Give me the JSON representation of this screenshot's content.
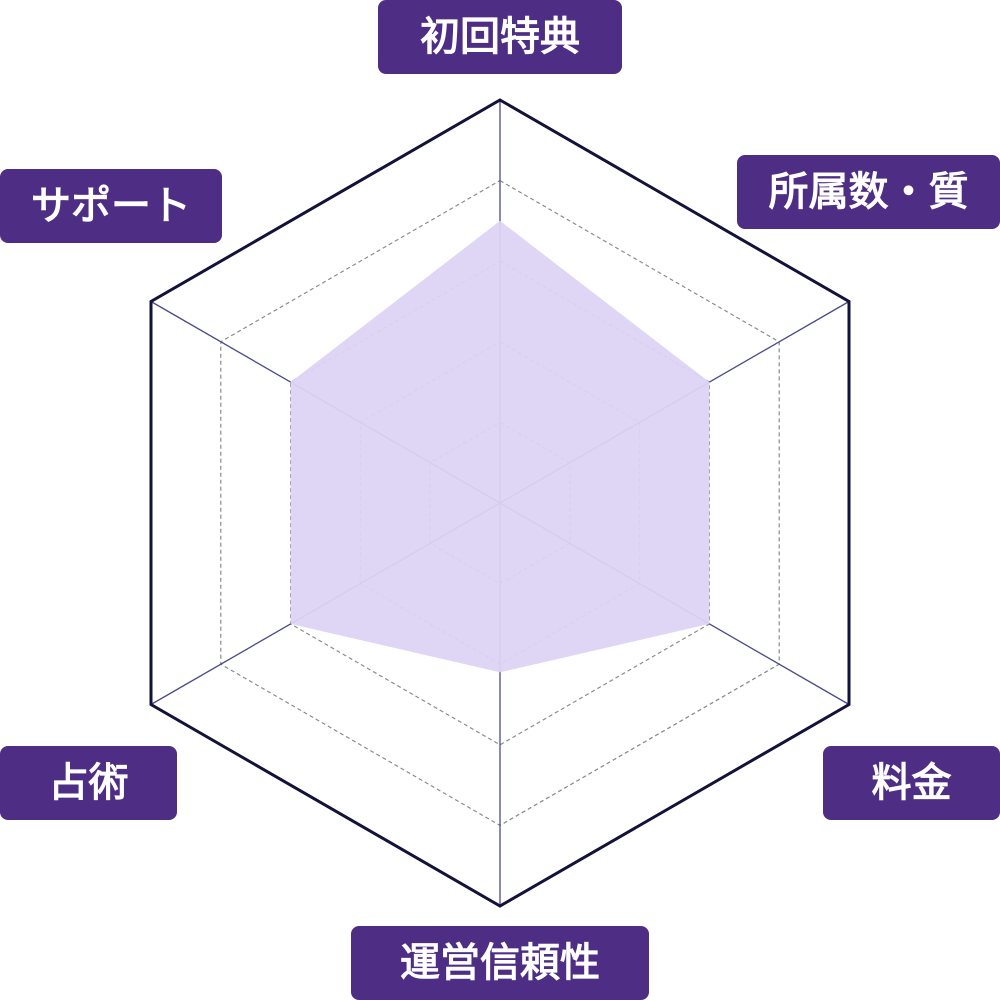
{
  "chart_data": {
    "type": "radar",
    "axes": [
      "初回特典",
      "所属数・質",
      "料金",
      "運営信頼性",
      "占術",
      "サポート"
    ],
    "values": [
      3.5,
      3.0,
      3.0,
      2.1,
      3.0,
      3.0
    ],
    "range": [
      0,
      5
    ],
    "levels": 5,
    "grid": true,
    "colors": {
      "label_bg": "#4e2d84",
      "label_text": "#ffffff",
      "outer_frame": "#12123a",
      "spoke": "#4a4a8a",
      "grid_dashed": "#8a8a8a",
      "fill": "#ddd3f3"
    }
  }
}
